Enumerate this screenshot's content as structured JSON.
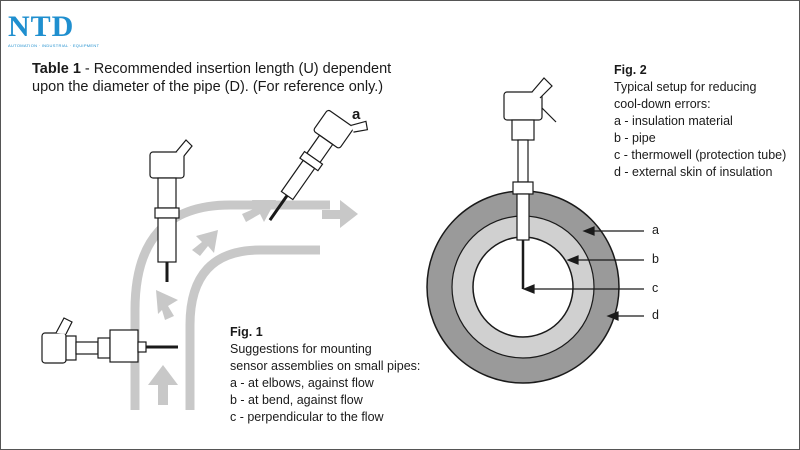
{
  "brand": {
    "logo_text": "NTD",
    "tagline": "AUTOMATION · INDUSTRIAL · EQUIPMENT",
    "color": "#1f8fcf"
  },
  "table1": {
    "label": "Table 1",
    "line1_rest": " - Recommended insertion length (U) dependent",
    "line2": "upon the diameter of the pipe (D). (For reference only.)"
  },
  "fig1": {
    "title": "Fig. 1",
    "lines": [
      "Suggestions for mounting",
      "sensor assemblies on small pipes:",
      "a - at elbows, against flow",
      "b - at bend, against flow",
      "c - perpendicular to the flow"
    ],
    "marker": "a"
  },
  "fig2": {
    "title": "Fig. 2",
    "lines": [
      "Typical setup for reducing",
      "cool-down errors:",
      "a - insulation material",
      "b - pipe",
      "c - thermowell (protection tube)",
      "d - external skin of insulation"
    ],
    "labels": [
      "a",
      "b",
      "c",
      "d"
    ]
  },
  "colors": {
    "pipe_arrow": "#c8c8c8",
    "insulation": "#9a9a9a",
    "pipe_wall": "#d0d0d0",
    "ink": "#1a1a1a"
  }
}
